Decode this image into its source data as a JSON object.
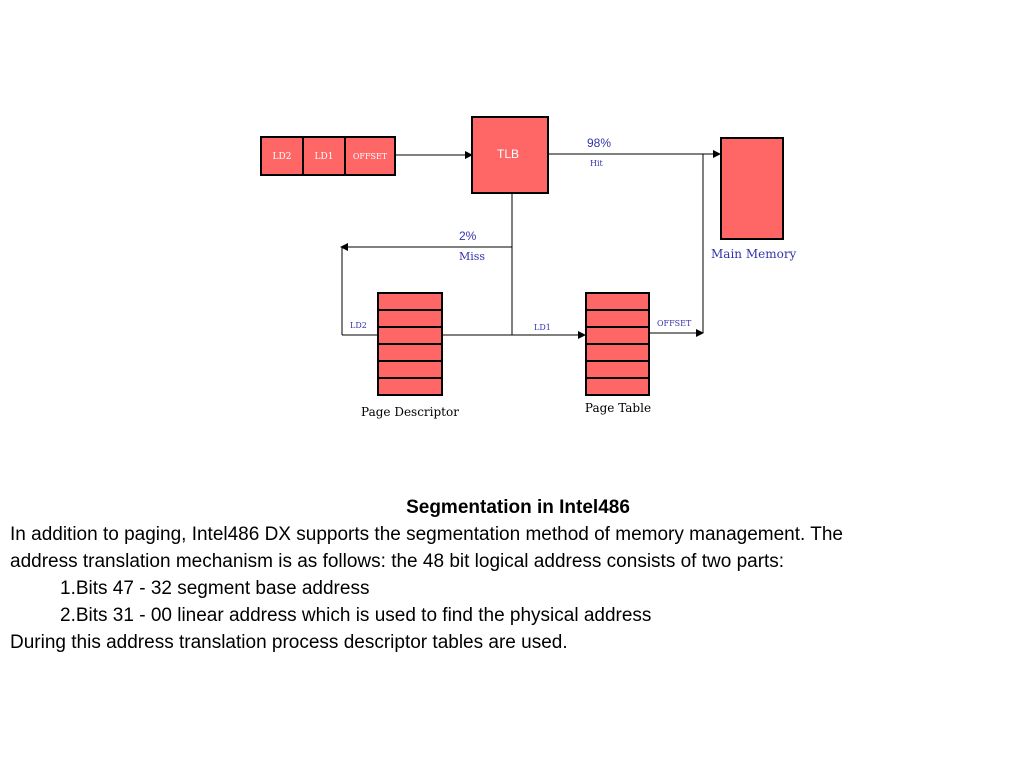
{
  "diagram": {
    "address_fields": [
      "LD2",
      "LD1",
      "OFFSET"
    ],
    "tlb_label": "TLB",
    "hit_percent": "98%",
    "hit_label": "Hit",
    "miss_percent": "2%",
    "miss_label": "Miss",
    "main_memory_label": "Main Memory",
    "ld2_label": "LD2",
    "ld1_label": "LD1",
    "offset_label": "OFFSET",
    "page_descriptor_label": "Page Descriptor",
    "page_table_label": "Page Table",
    "box_fill": "#ff6666",
    "label_blue": "#3333aa"
  },
  "text": {
    "title": "Segmentation in Intel486",
    "paragraph1_line1": "In addition to paging, Intel486 DX supports the segmentation method of memory management. The",
    "paragraph1_line2": "address translation mechanism is as follows: the 48 bit logical address consists of two parts:",
    "items": [
      "1.Bits 47 - 32 segment base address",
      "2.Bits 31 - 00 linear address which is used to find the physical address"
    ],
    "paragraph2": "During this address translation process descriptor tables are used."
  }
}
